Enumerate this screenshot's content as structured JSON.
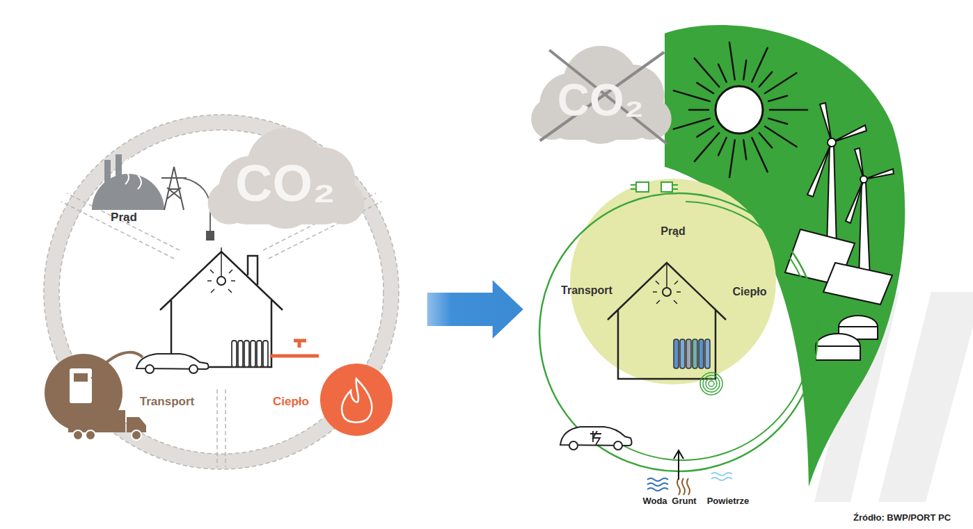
{
  "diagram": {
    "caption": "Źródło: BWP/PORT PC",
    "nodes": [
      {
        "text": [
          "Prąd",
          "Transport",
          "Ciepło"
        ]
      },
      {
        "text": [
          "CO₂"
        ]
      },
      {
        "text": [
          "CO₂"
        ]
      },
      {
        "text": [
          "Prąd",
          "Transport",
          "Ciepło"
        ]
      }
    ],
    "edges": [
      {
        "from": 0,
        "to": 3,
        "arrow": "to"
      }
    ],
    "labels": [
      "Woda",
      "Grunt",
      "Powietrze"
    ]
  }
}
